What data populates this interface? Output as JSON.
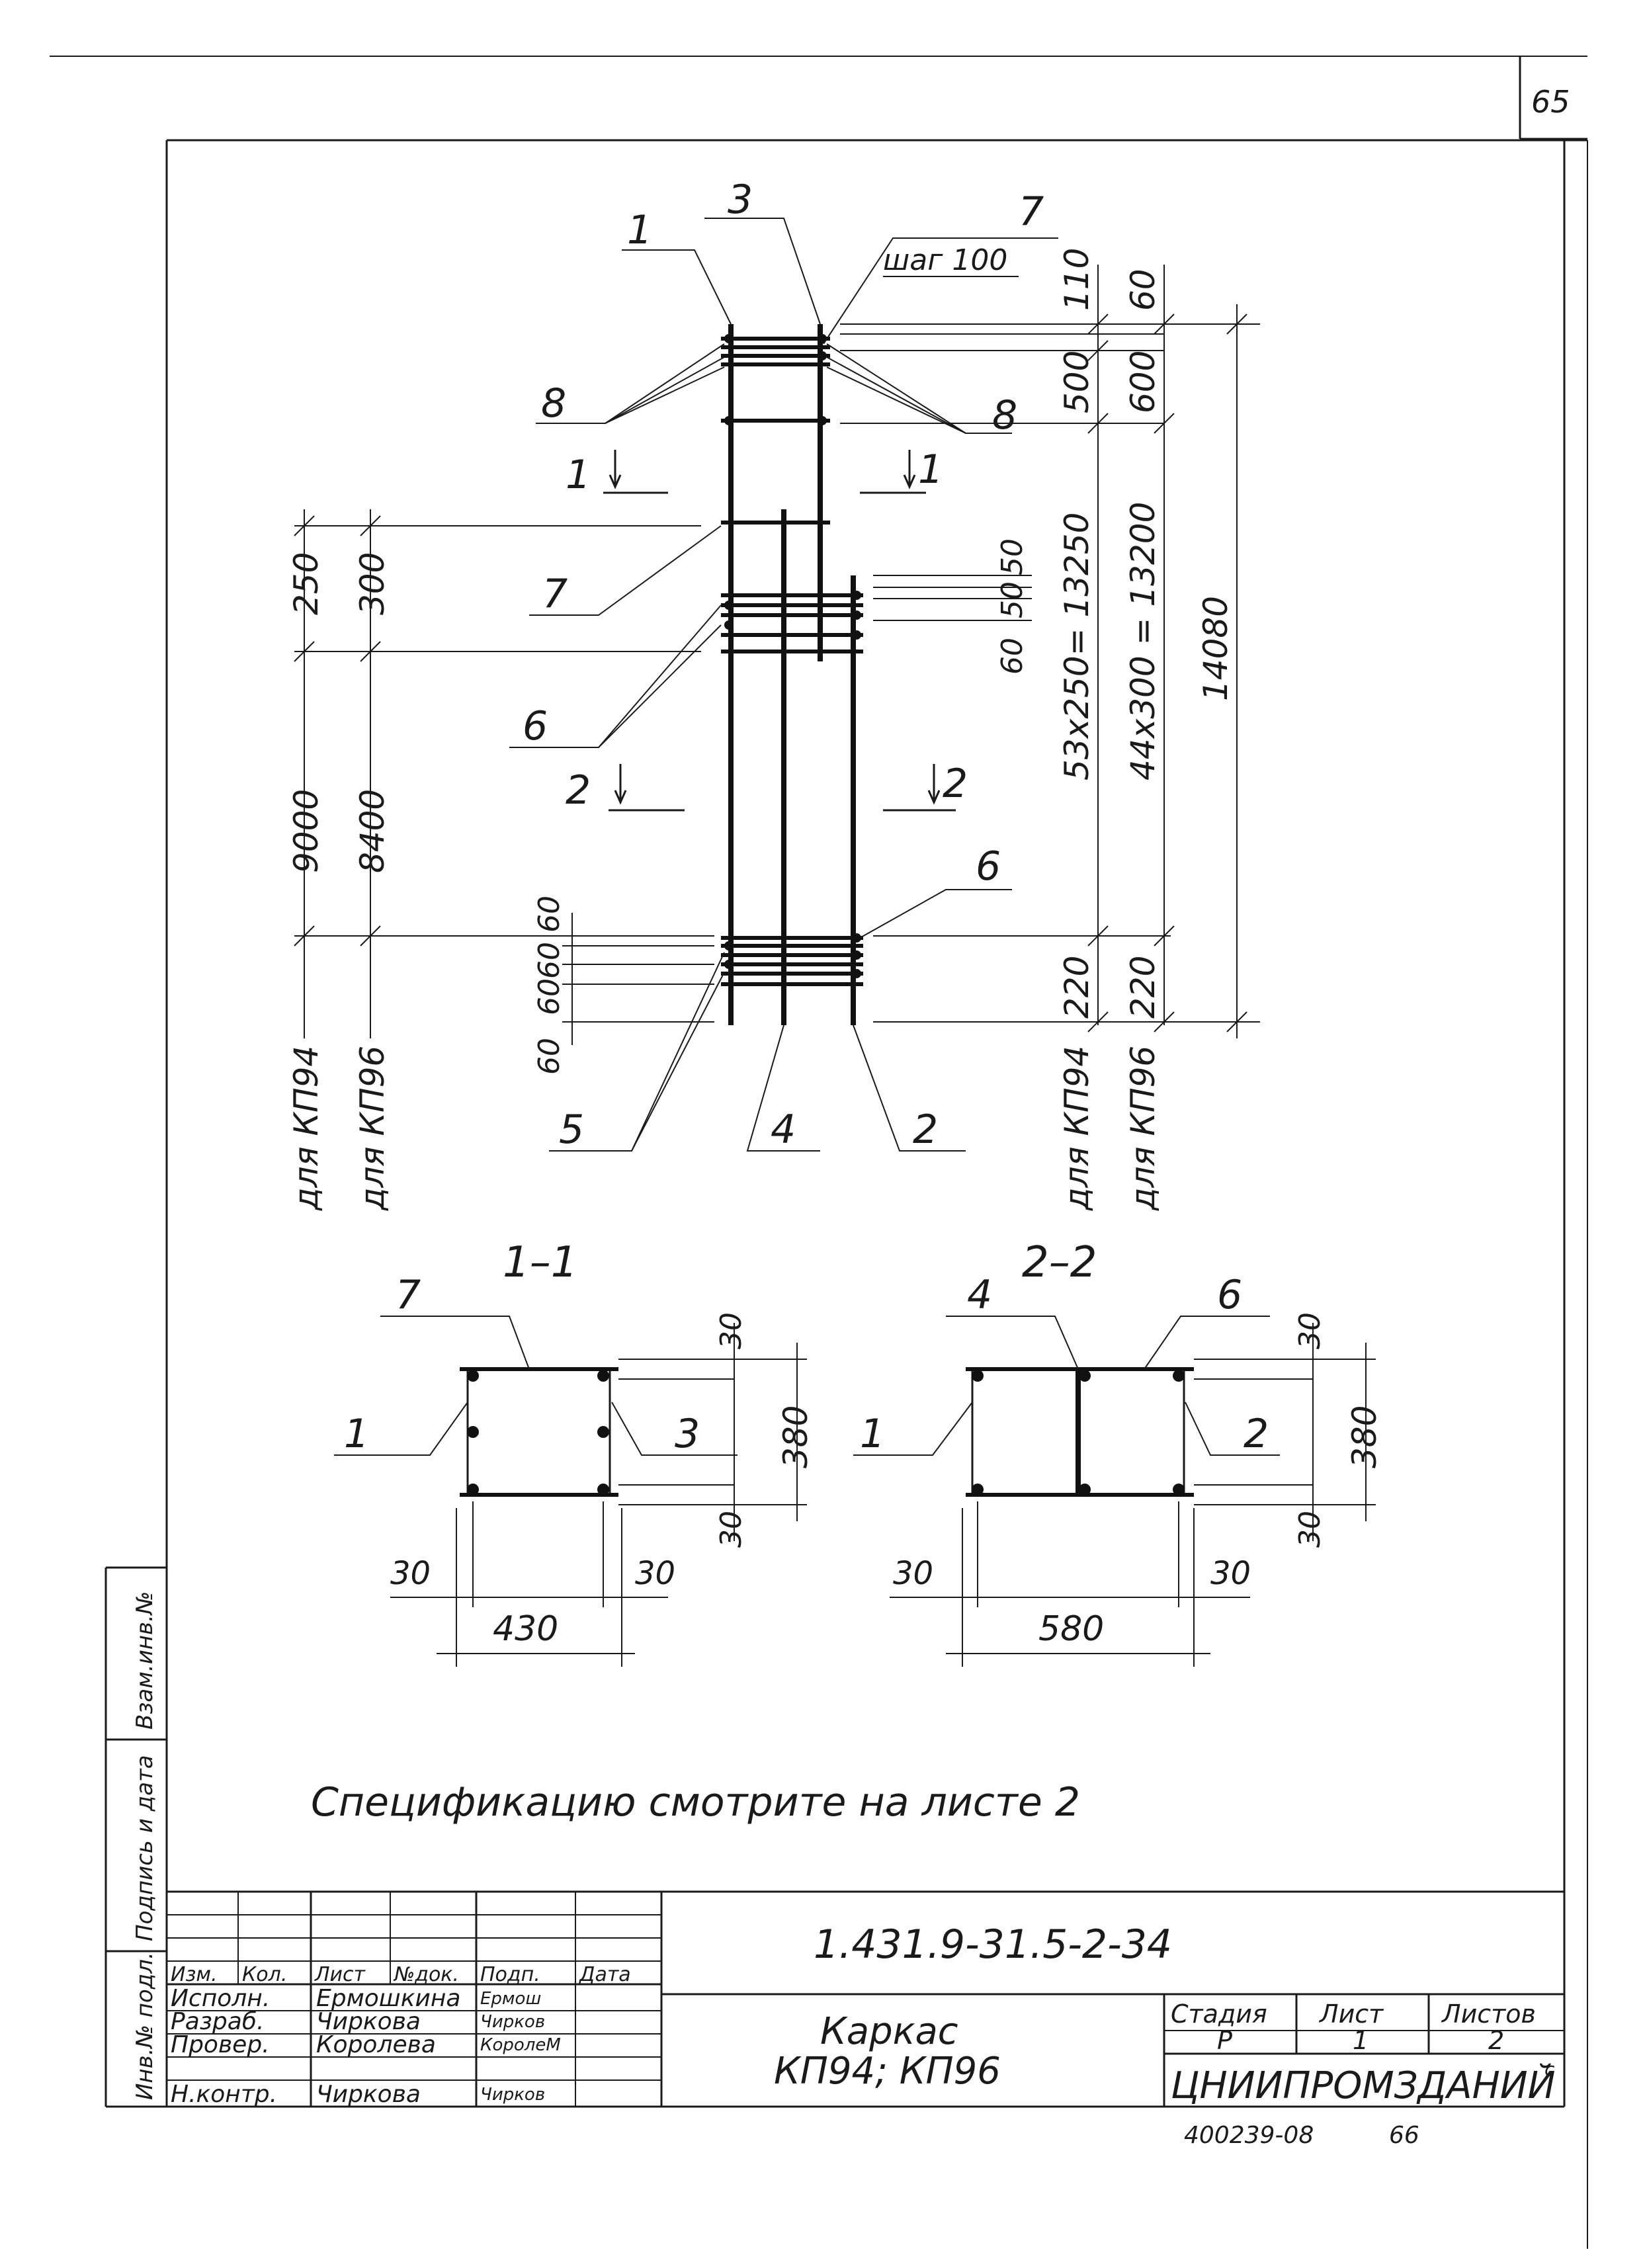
{
  "sheet_number_top": "65",
  "main_view": {
    "callouts": [
      "1",
      "3",
      "7",
      "8",
      "8",
      "7",
      "6",
      "6",
      "5",
      "4",
      "2"
    ],
    "step_note": "шаг 100",
    "section_marks": [
      "1",
      "1",
      "2",
      "2"
    ],
    "right_dims": [
      "110",
      "60",
      "500",
      "600",
      "60",
      "50",
      "50",
      "53x250= 13250",
      "44x300 = 13200",
      "14080",
      "220",
      "220"
    ],
    "right_notes": [
      "для КП94",
      "для КП96"
    ],
    "left_dims": [
      "250",
      "300",
      "9000",
      "8400",
      "60",
      "60",
      "60",
      "60"
    ],
    "left_notes": [
      "для КП94",
      "для КП96"
    ]
  },
  "section_1": {
    "title": "1–1",
    "callouts": [
      "7",
      "1",
      "3"
    ],
    "dims": [
      "30",
      "380",
      "30",
      "30",
      "30",
      "430"
    ]
  },
  "section_2": {
    "title": "2–2",
    "callouts": [
      "4",
      "6",
      "1",
      "2"
    ],
    "dims": [
      "30",
      "380",
      "30",
      "30",
      "30",
      "580"
    ]
  },
  "note": "Спецификацию смотрите на листе 2",
  "left_strip": [
    "Инв.№ подл.",
    "Подпись и дата",
    "Взам.инв.№"
  ],
  "title_block": {
    "doc_code": "1.431.9-31.5-2-34",
    "headers": [
      "Изм.",
      "Кол.",
      "Лист",
      "№док.",
      "Подп.",
      "Дата"
    ],
    "roles": [
      "Исполн.",
      "Разраб.",
      "Провер.",
      "Н.контр."
    ],
    "names": [
      "Ермошкина",
      "Чиркова",
      "Королева",
      "Чиркова"
    ],
    "signatures": [
      "Ермош",
      "Чирков",
      "КоролеМ",
      "Чирков"
    ],
    "title_line1": "Каркас",
    "title_line2": "КП94; КП96",
    "stage_label": "Стадия",
    "sheet_label": "Лист",
    "sheets_label": "Листов",
    "stage_value": "Р",
    "sheet_value": "1",
    "sheets_value": "2",
    "org": "ЦНИИПРОМЗДАНИЙ",
    "org_mark": "с"
  },
  "footer_stamp": "400239-08",
  "footer_page": "66"
}
